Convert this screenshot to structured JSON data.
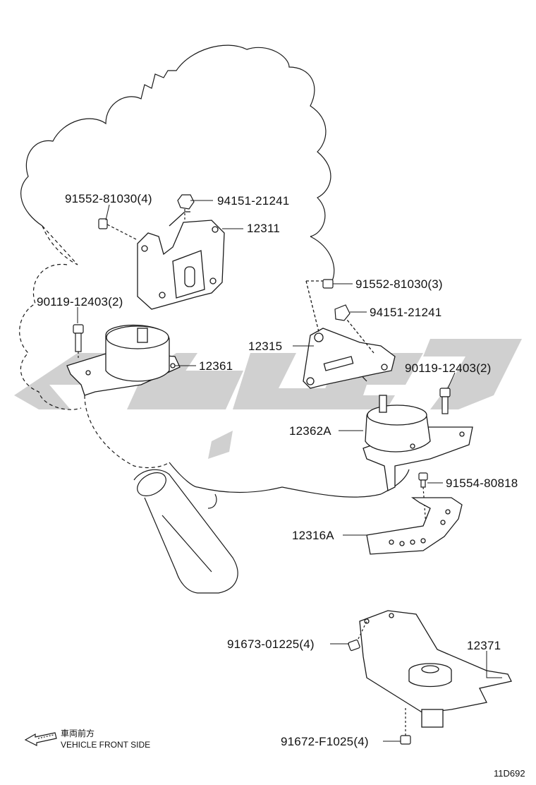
{
  "labels": {
    "p_91552_4": "91552-81030(4)",
    "p_94151_a": "94151-21241",
    "p_12311": "12311",
    "p_90119_a": "90119-12403(2)",
    "p_12361": "12361",
    "p_91552_3": "91552-81030(3)",
    "p_94151_b": "94151-21241",
    "p_12315": "12315",
    "p_90119_b": "90119-12403(2)",
    "p_12362A": "12362A",
    "p_91554": "91554-80818",
    "p_12316A": "12316A",
    "p_91673": "91673-01225(4)",
    "p_12371": "12371",
    "p_91672": "91672-F1025(4)"
  },
  "legend": {
    "jp_text": "車両前方",
    "en_text": "VEHICLE FRONT SIDE"
  },
  "diagram_code": "11D692",
  "colors": {
    "line": "#1a1a1a",
    "watermark": "#c8c8c8",
    "background": "#ffffff"
  }
}
